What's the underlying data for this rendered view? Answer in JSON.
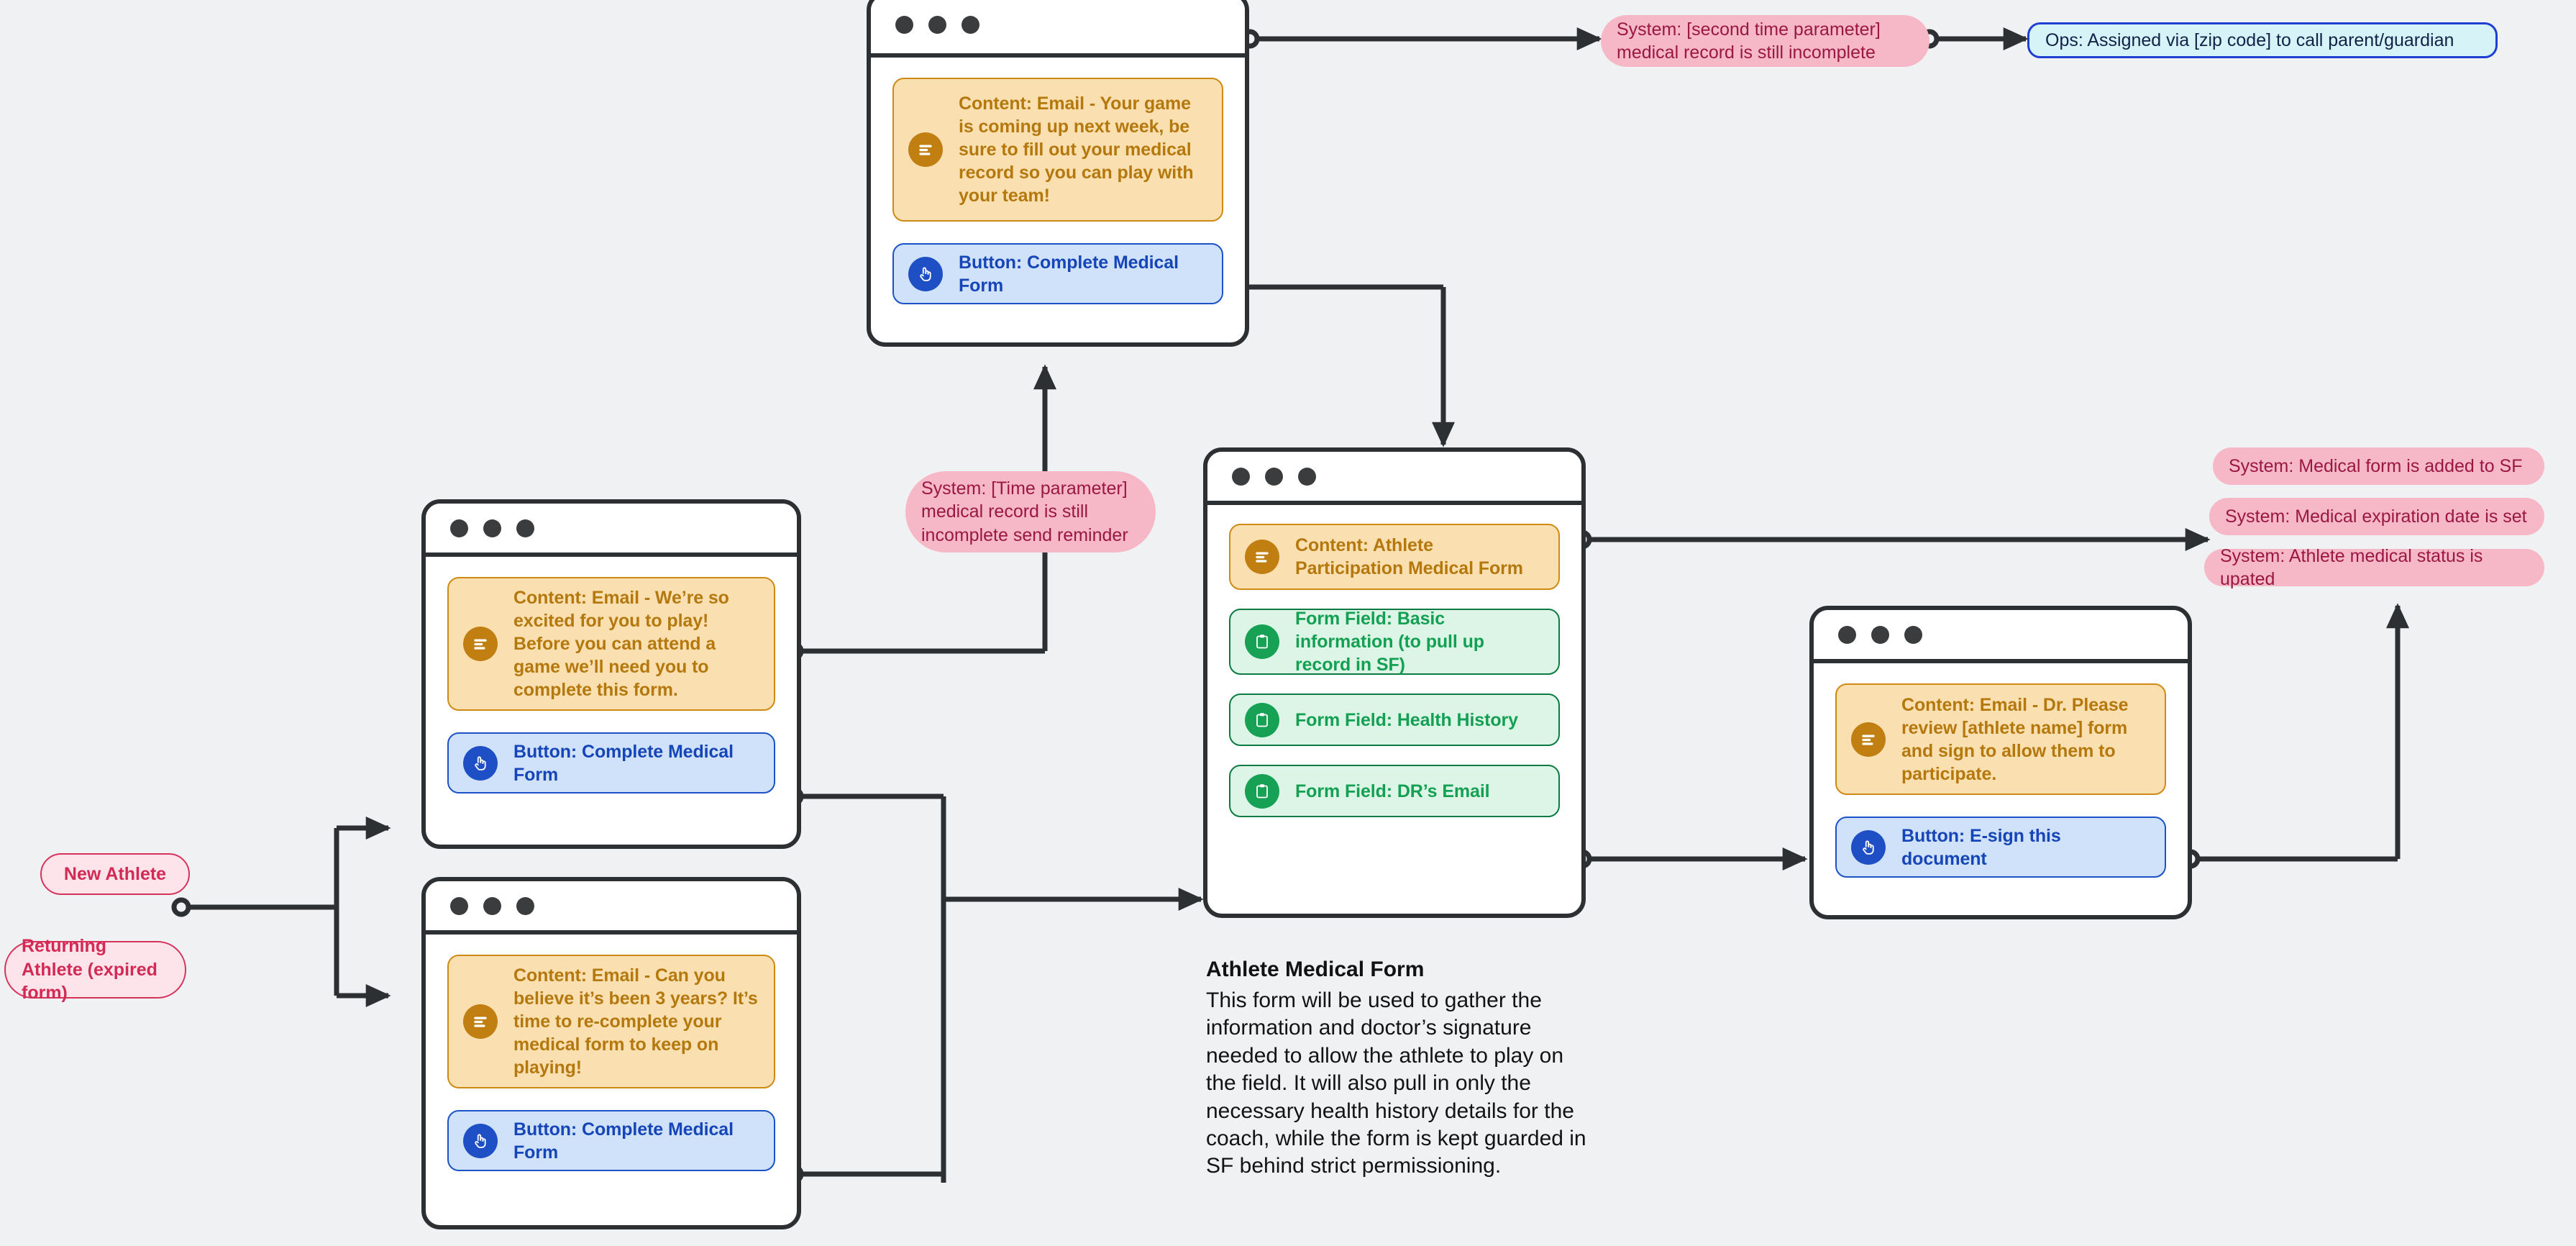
{
  "meta": {
    "background_color": "#f0f1f3",
    "accent_orange": "#c07f10",
    "accent_blue": "#1f4fc4",
    "accent_green": "#16a155",
    "accent_pink": "#f6b8c6",
    "accent_pink_text": "#9a1744",
    "start_pink_text": "#d32a55",
    "stroke_color": "#2d3032"
  },
  "start_nodes": [
    {
      "id": "new-athlete",
      "label": "New Athlete"
    },
    {
      "id": "returning-athlete",
      "label": "Returning Athlete (expired form)"
    }
  ],
  "windows": {
    "new_athlete_email": {
      "name": "new-athlete-email-window",
      "cards": [
        {
          "type": "content",
          "icon": "document-lines-icon",
          "text": "Content: Email - We’re so excited for you to play! Before you can attend a game we’ll need you to complete this form."
        },
        {
          "type": "button",
          "icon": "pointer-hand-icon",
          "text": "Button: Complete Medical Form"
        }
      ]
    },
    "returning_athlete_email": {
      "name": "returning-athlete-email-window",
      "cards": [
        {
          "type": "content",
          "icon": "document-lines-icon",
          "text": "Content: Email - Can you believe it’s been 3 years? It’s time to re-complete your medical form to keep on playing!"
        },
        {
          "type": "button",
          "icon": "pointer-hand-icon",
          "text": "Button: Complete Medical Form"
        }
      ]
    },
    "reminder_email": {
      "name": "reminder-email-window",
      "cards": [
        {
          "type": "content",
          "icon": "document-lines-icon",
          "text": "Content: Email - Your game is coming up next week, be sure to fill out your medical record so you can play with your team!"
        },
        {
          "type": "button",
          "icon": "pointer-hand-icon",
          "text": "Button: Complete Medical Form"
        }
      ]
    },
    "medical_form": {
      "name": "athlete-medical-form-window",
      "cards": [
        {
          "type": "content",
          "icon": "document-lines-icon",
          "text": "Content: Athlete Participation Medical Form"
        },
        {
          "type": "field",
          "icon": "clipboard-icon",
          "text": "Form Field: Basic information (to pull up record in SF)"
        },
        {
          "type": "field",
          "icon": "clipboard-icon",
          "text": "Form Field: Health History"
        },
        {
          "type": "field",
          "icon": "clipboard-icon",
          "text": "Form Field: DR’s Email"
        }
      ]
    },
    "doctor_esign": {
      "name": "doctor-esign-window",
      "cards": [
        {
          "type": "content",
          "icon": "document-lines-icon",
          "text": "Content: Email - Dr. Please review [athlete name] form and sign to allow them to participate."
        },
        {
          "type": "button",
          "icon": "pointer-hand-icon",
          "text": "Button: E-sign this document"
        }
      ]
    }
  },
  "system_notes": {
    "time_parameter_reminder": "System: [Time parameter] medical record is still incomplete send reminder",
    "second_time_parameter": "System: [second time parameter] medical record is still incomplete",
    "ops_assignment": "Ops: Assigned via [zip code] to call parent/guardian",
    "form_added_to_sf": "System: Medical form is added to SF",
    "expiration_date_set": "System: Medical expiration date is set",
    "status_updated": "System: Athlete medical status is upated"
  },
  "caption": {
    "title": "Athlete Medical Form",
    "body": "This form will be used to gather the information and doctor’s signature needed to allow the athlete to play on the field. It will also pull in only the necessary health history details for the coach, while the form is kept guarded in SF behind strict permissioning."
  }
}
